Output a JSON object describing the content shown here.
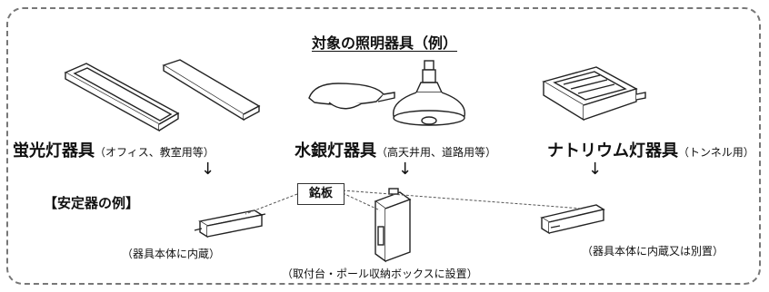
{
  "title": "対象の照明器具（例）",
  "categories": [
    {
      "name": "蛍光灯器具",
      "detail": "（オフィス、教室用等）"
    },
    {
      "name": "水銀灯器具",
      "detail": "（高天井用、道路用等）"
    },
    {
      "name": "ナトリウム灯器具",
      "detail": "（トンネル用）"
    }
  ],
  "arrow": "↓",
  "ballast_heading": "【安定器の例】",
  "nameplate": "銘板",
  "ballast_labels": {
    "left": "（器具本体に内蔵）",
    "center": "（取付台・ポール収納ボックスに設置）",
    "right": "（器具本体に内蔵又は別置）"
  }
}
